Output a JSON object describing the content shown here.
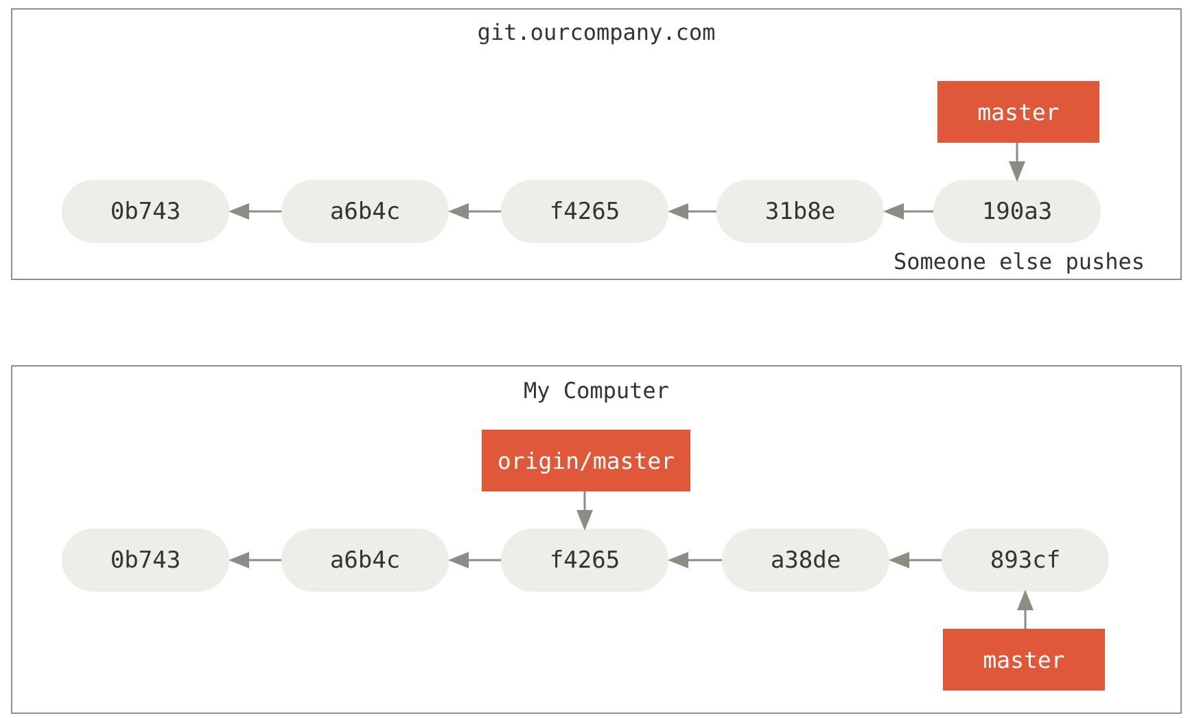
{
  "colors": {
    "branch": "#e0583a",
    "commit": "#eeede8",
    "arrow": "#8e8a84",
    "border": "#8e8e8e"
  },
  "remote": {
    "title": "git.ourcompany.com",
    "commits": [
      "0b743",
      "a6b4c",
      "f4265",
      "31b8e",
      "190a3"
    ],
    "branch": "master",
    "note": "Someone else pushes"
  },
  "local": {
    "title": "My Computer",
    "commits": [
      "0b743",
      "a6b4c",
      "f4265",
      "a38de",
      "893cf"
    ],
    "remote_branch": "origin/master",
    "branch": "master"
  }
}
